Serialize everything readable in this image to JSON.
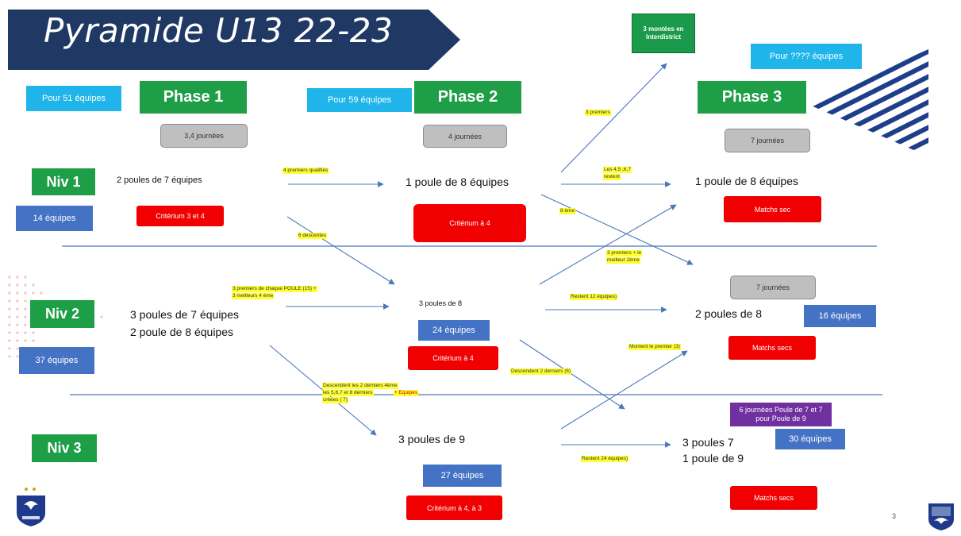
{
  "title": "Pyramide U13   22-23",
  "colors": {
    "banner": "#1f3864",
    "green": "#1e9e46",
    "cyan": "#1fb5ea",
    "red": "#f00000",
    "blue": "#4472c4",
    "purple": "#7030a0",
    "highlight": "#ffff33",
    "arrow": "#4a78b8"
  },
  "phase1": {
    "count": "Pour 51 équipes",
    "title": "Phase 1",
    "rounds": "3,4  journées"
  },
  "phase2": {
    "count": "Pour 59 équipes",
    "title": "Phase 2",
    "rounds": "4 journées"
  },
  "phase3": {
    "count": "Pour ???? équipes",
    "title": "Phase 3",
    "rounds": "7 journées",
    "rounds_niv2": "7 journées"
  },
  "promotion_box": "3 montées en Interdistrict",
  "levels": {
    "niv1": {
      "label": "Niv 1",
      "teams": "14 équipes"
    },
    "niv2": {
      "label": "Niv 2",
      "teams": "37 équipes"
    },
    "niv3": {
      "label": "Niv 3"
    }
  },
  "cells": {
    "p1_niv1_groups": "2 poules  de 7 équipes",
    "p1_niv1_criterium": "Critérium  3 et 4",
    "p1_niv2_groups_a": "3 poules de 7 équipes",
    "p1_niv2_groups_b": "2 poule de 8 équipes",
    "p2_niv1_groups": "1 poule de 8 équipes",
    "p2_niv1_criterium": "Critérium à 4",
    "p2_niv2_groups": "3 poules de 8",
    "p2_niv2_teams": "24 équipes",
    "p2_niv2_criterium": "Critérium à 4",
    "p2_niv3_groups": "3 poules de 9",
    "p2_niv3_teams": "27 équipes",
    "p2_niv3_criterium": "Critérium à 4, à 3",
    "p3_niv1_groups": "1 poule de 8 équipes",
    "p3_niv1_matches": "Matchs sec",
    "p3_niv2_groups": "2 poules de 8",
    "p3_niv2_teams": "16 équipes",
    "p3_niv2_matches": "Matchs secs",
    "p3_niv3_info": "6 journées Poule de 7 et 7 pour  Poule de 9",
    "p3_niv3_teams": "30  équipes",
    "p3_niv3_groups_a": "3 poules 7",
    "p3_niv3_groups_b": "1 poule de 9",
    "p3_niv3_matches": "Matchs secs"
  },
  "flow_labels": {
    "qualified4": "4 premiers qualifiés",
    "relegated6": "6  descentes",
    "qualify_niv2_a": "3 premiers de chaque POULE (15) +",
    "qualify_niv2_b": "3 meilleurs 4 ème",
    "relegate_niv2_a": "Descendent les 2 derniers 4ème",
    "relegate_niv2_b": "les  5,6,7 et 8 derniers",
    "relegate_niv2_c": "+ Equipes",
    "relegate_niv2_d": "créées ( 7)",
    "top3": "3 premiers",
    "stay_4_5_6_7_a": "Les 4,5 ,6,7",
    "stay_4_5_6_7_b": "restent",
    "eighth": "8 ème",
    "up_niv2_a": "3 premiers +  le",
    "up_niv2_b": "meilleur 2ème",
    "stay12": "Restent 12 équipes)",
    "down2": "Descendent 2  derniers  (6)",
    "up_first": "Montent le premier (3)",
    "stay24": "Restent 24 équipes)"
  },
  "page_number": "3"
}
